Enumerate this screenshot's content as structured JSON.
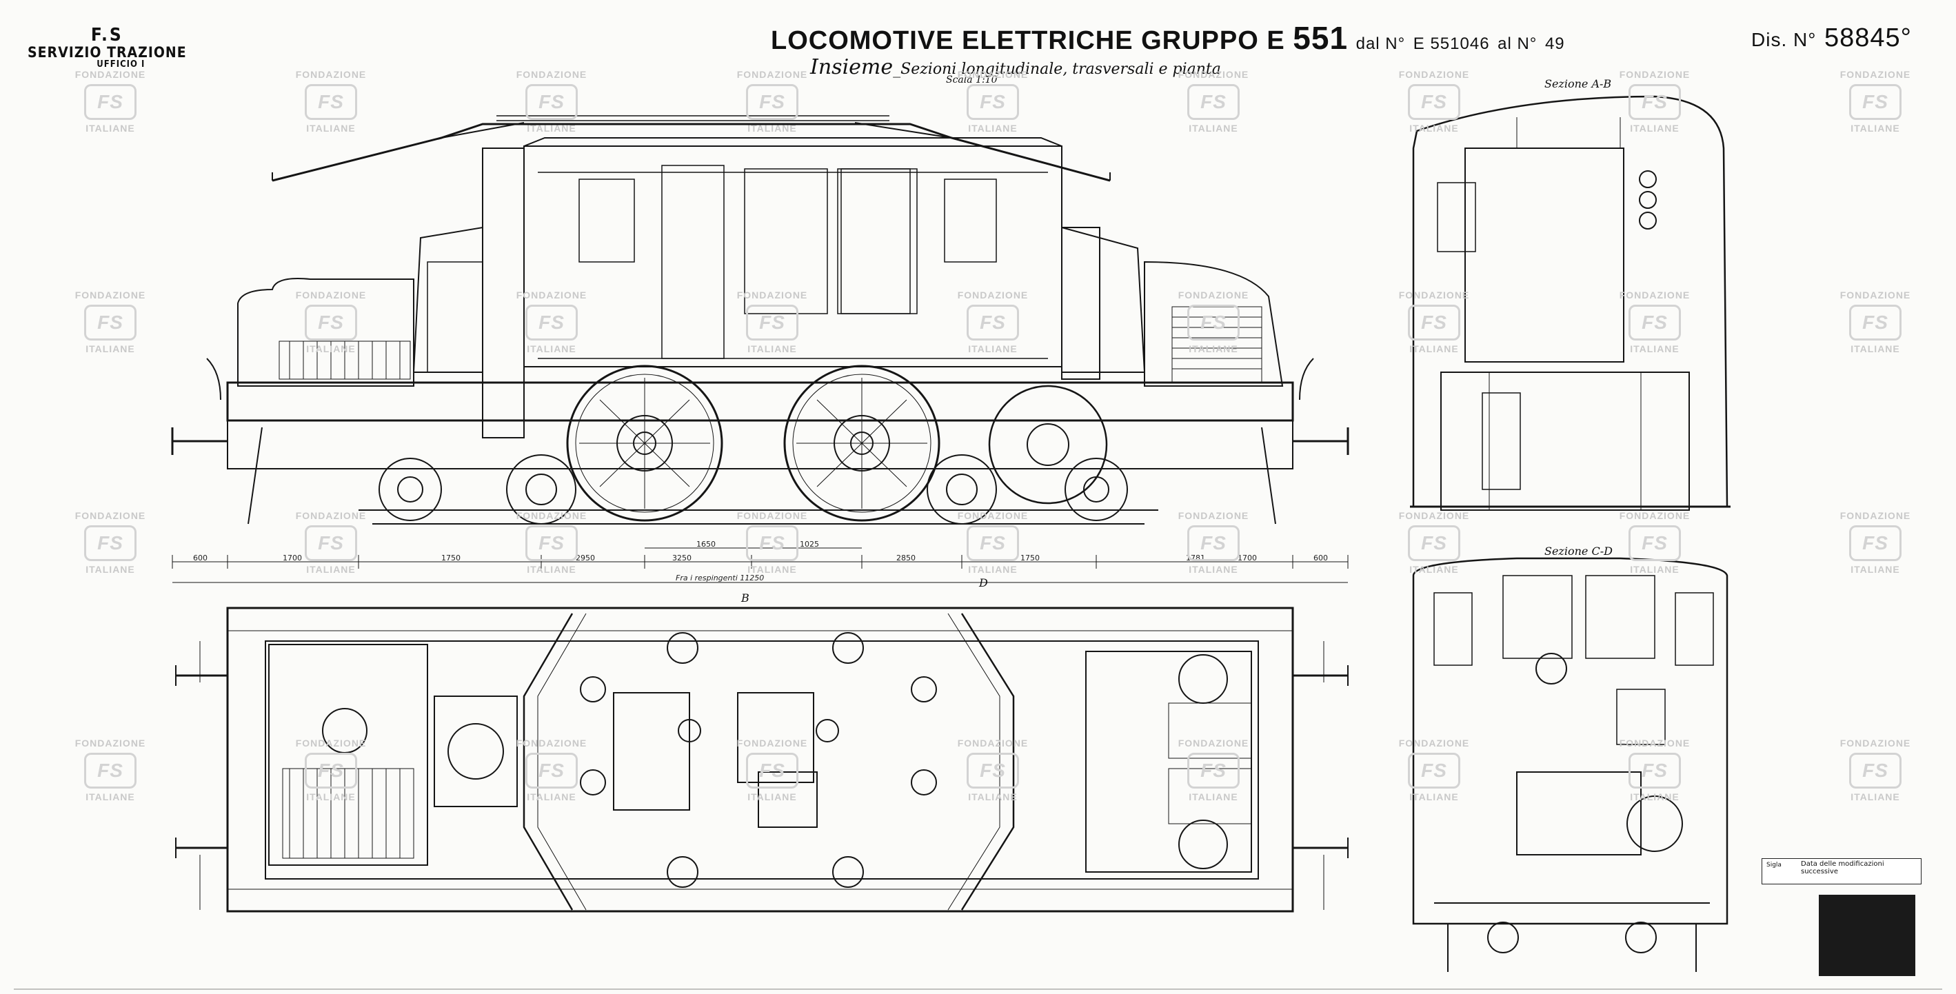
{
  "header_left": {
    "line1": "F.S",
    "line2": "SERVIZIO TRAZIONE",
    "line3": "UFFICIO I"
  },
  "title": {
    "prefix": "LOCOMOTIVE ELETTRICHE GRUPPO E",
    "number": "551",
    "from_label": "dal N°",
    "from_value": "E 551046",
    "to_label": "al N°",
    "to_value": "49"
  },
  "subtitle": {
    "lead": "Insieme",
    "text": "_Sezioni longitudinale, trasversali e pianta"
  },
  "scale": "Scala 1:10",
  "drawing_no": {
    "label": "Dis. N°",
    "value": "58845°"
  },
  "section_labels": {
    "ab": "Sezione A-B",
    "cd": "Sezione C-D",
    "b": "B",
    "d": "D"
  },
  "dimensions": {
    "d1": "600",
    "d2": "1700",
    "d3": "1750",
    "d4": "2950",
    "d5": "3250",
    "d6": "1650",
    "d7": "1025",
    "d8": "2850",
    "d9": "1750",
    "d10": "1781",
    "d11": "1700",
    "d12": "600",
    "d13": "Fra i respingenti 11250"
  },
  "revision_box": {
    "label": "Data delle modificazioni successive",
    "stub": "Sigla"
  },
  "watermark": {
    "top": "FONDAZIONE",
    "bottom": "ITALIANE",
    "logo": "FS"
  },
  "colors": {
    "ink": "#111111",
    "paper": "#fbfbf9",
    "watermark": "#c9c9c9"
  }
}
